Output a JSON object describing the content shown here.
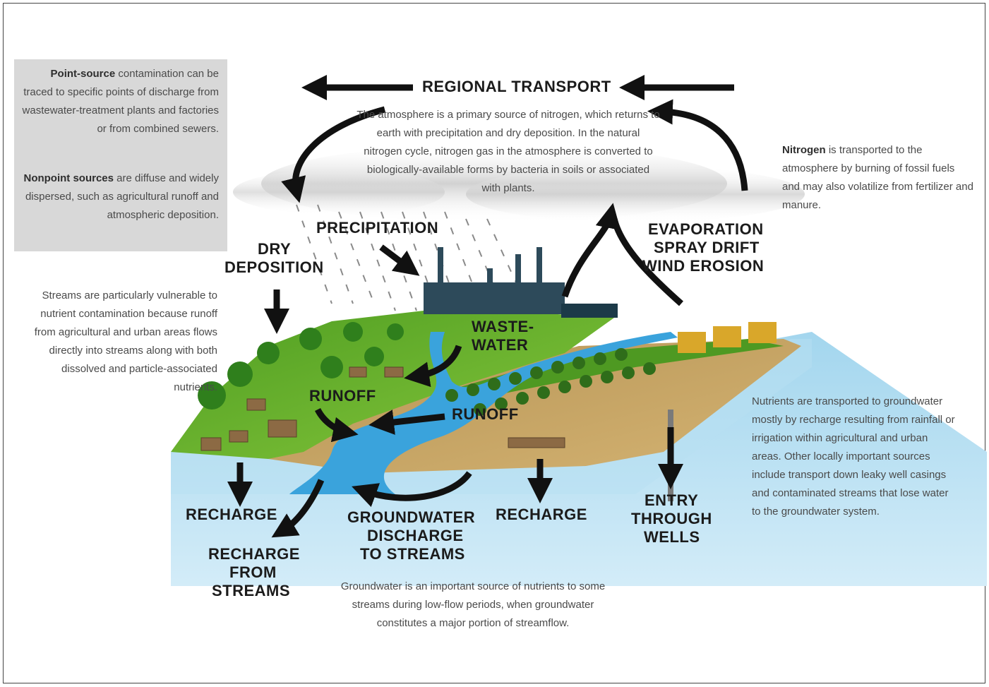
{
  "notes": {
    "point_source_bold": "Point-source",
    "point_source_rest": "contamination can be traced to specific points of discharge from wastewater-treatment plants and factories or from combined sewers.",
    "nonpoint_bold": "Nonpoint sources",
    "nonpoint_rest": "are diffuse and widely dispersed, such as agricultural runoff and atmospheric deposition.",
    "atmosphere": "The atmosphere is a primary source of nitrogen, which returns to earth with precipitation and dry deposition. In the natural nitrogen cycle, nitrogen gas in the atmosphere is converted to biologically-available forms by bacteria in soils or associated with plants.",
    "nitrogen_bold": "Nitrogen",
    "nitrogen_rest": "is transported to the atmosphere by burning of fossil fuels and may also volatilize from fertilizer and manure.",
    "streams": "Streams are particularly vulnerable to nutrient contamination because runoff from agricultural and urban areas flows directly into streams along with both dissolved and particle-associated nutrients.",
    "nutrients": "Nutrients are transported to groundwater mostly by recharge resulting from rainfall or irrigation within agricultural and urban areas. Other locally important sources include transport down leaky well casings and contaminated streams that lose water to the groundwater system.",
    "groundwater": "Groundwater is an important source of nutrients to some streams during low-flow periods, when groundwater constitutes a major portion of streamflow."
  },
  "labels": {
    "regional_transport": "REGIONAL TRANSPORT",
    "precipitation": "PRECIPITATION",
    "dry_deposition_1": "DRY",
    "dry_deposition_2": "DEPOSITION",
    "evaporation": "EVAPORATION",
    "spray_drift": "SPRAY DRIFT",
    "wind_erosion": "WIND EROSION",
    "waste_1": "WASTE-",
    "waste_2": "WATER",
    "runoff_left": "RUNOFF",
    "runoff_right": "RUNOFF",
    "recharge_left": "RECHARGE",
    "recharge_right": "RECHARGE",
    "recharge_streams_1": "RECHARGE",
    "recharge_streams_2": "FROM",
    "recharge_streams_3": "STREAMS",
    "gw_discharge_1": "GROUNDWATER",
    "gw_discharge_2": "DISCHARGE",
    "gw_discharge_3": "TO STREAMS",
    "entry_1": "ENTRY",
    "entry_2": "THROUGH",
    "entry_3": "WELLS"
  },
  "colors": {
    "sky_water": "#a9d9ef",
    "stream": "#3aa3dc",
    "grass": "#69b62d",
    "soil": "#c8a562",
    "arrow": "#111111",
    "note_box": "#d8d8d8"
  }
}
